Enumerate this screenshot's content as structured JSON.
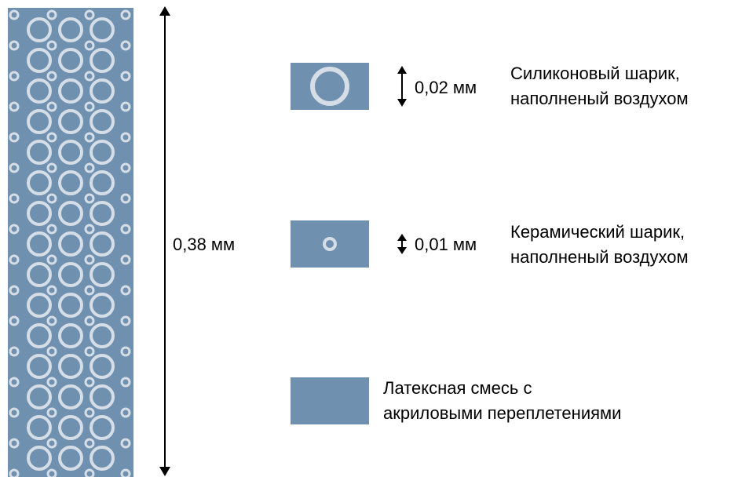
{
  "colors": {
    "material": "#7090b0",
    "bubble": "#d5dde6",
    "arrow": "#000000"
  },
  "total_thickness": "0,38 мм",
  "legend": [
    {
      "id": "silicone",
      "size_label": "0,02 мм",
      "description_line1": "Силиконовый шарик,",
      "description_line2": "наполненый воздухом"
    },
    {
      "id": "ceramic",
      "size_label": "0,01 мм",
      "description_line1": "Керамический шарик,",
      "description_line2": "наполненый воздухом"
    },
    {
      "id": "latex",
      "description_line1": "Латексная смесь с",
      "description_line2": "акриловыми переплетениями"
    }
  ]
}
